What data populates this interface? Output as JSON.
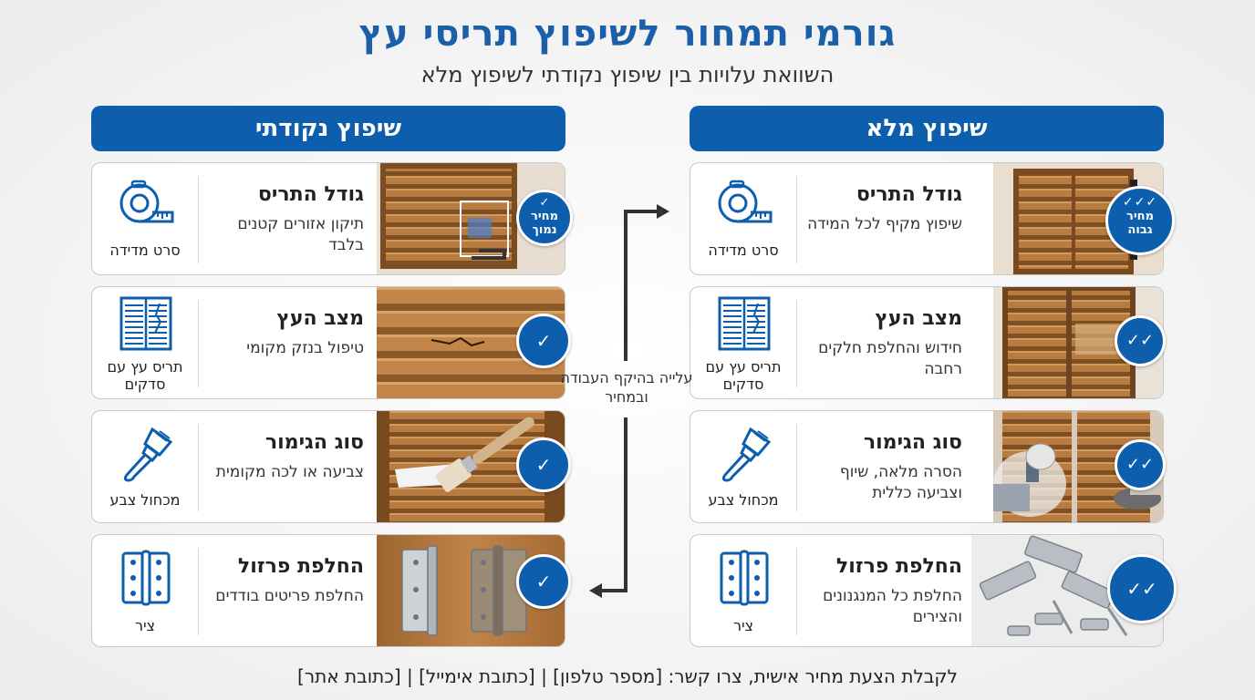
{
  "header": {
    "title": "גורמי תמחור לשיפוץ תריסי עץ",
    "subtitle": "השוואת עלויות בין שיפוץ נקודתי לשיפוץ מלא"
  },
  "columns": {
    "partial": {
      "title": "שיפוץ נקודתי",
      "badge_main": [
        "מחיר",
        "נמוך"
      ],
      "cards": [
        {
          "heading": "גודל התריס",
          "desc": "תיקון אזורים קטנים בלבד",
          "icon_label": "סרט מדידה",
          "icon": "measuring-tape-icon"
        },
        {
          "heading": "מצב העץ",
          "desc": "טיפול בנזק מקומי",
          "icon_label": "תריס עץ עם סדקים",
          "icon": "shutter-crack-icon"
        },
        {
          "heading": "סוג הגימור",
          "desc": "צביעה או לכה מקומית",
          "icon_label": "מכחול צבע",
          "icon": "paintbrush-icon"
        },
        {
          "heading": "החלפת פרזול",
          "desc": "החלפת פריטים בודדים",
          "icon_label": "ציר",
          "icon": "hinge-icon"
        }
      ]
    },
    "full": {
      "title": "שיפוץ מלא",
      "badge_main": [
        "מחיר",
        "גבוה"
      ],
      "cards": [
        {
          "heading": "גודל התריס",
          "desc": "שיפוץ מקיף לכל המידה",
          "icon_label": "סרט מדידה",
          "icon": "measuring-tape-icon"
        },
        {
          "heading": "מצב העץ",
          "desc": "חידוש והחלפת חלקים רחבה",
          "icon_label": "תריס עץ עם סדקים",
          "icon": "shutter-crack-icon"
        },
        {
          "heading": "סוג הגימור",
          "desc": "הסרה מלאה, שיוף וצביעה כללית",
          "icon_label": "מכחול צבע",
          "icon": "paintbrush-icon"
        },
        {
          "heading": "החלפת פרזול",
          "desc": "החלפת כל המנגנונים והצירים",
          "icon_label": "ציר",
          "icon": "hinge-icon"
        }
      ]
    }
  },
  "arrow_label": "עלייה בהיקף העבודה ובמחיר",
  "footer": "לקבלת הצעת מחיר אישית, צרו קשר: [מספר טלפון] | [כתובת אימייל] | [כתובת אתר]",
  "colors": {
    "accent": "#0d5fad",
    "title": "#1b5fa8",
    "wood": "#b57a3e"
  }
}
